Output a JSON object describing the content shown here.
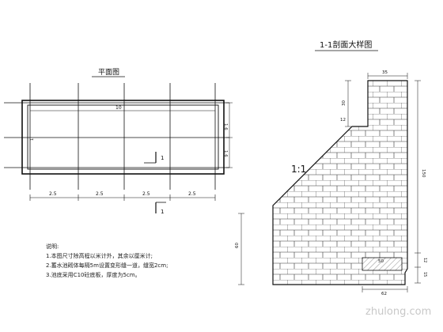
{
  "plan": {
    "title": "平面图",
    "dim_top": "10",
    "dim_right_upper": "1.6",
    "dim_right_lower": "1.6",
    "dim_left": "1",
    "section_mark": "1",
    "dims_bottom": [
      "2.5",
      "2.5",
      "2.5",
      "2.5"
    ]
  },
  "section": {
    "title": "1-1剖面大样图",
    "dim_top_width": "35",
    "dim_parapet_height": "30",
    "dim_step": "12",
    "dim_total_height": "150",
    "dim_base_left": "60",
    "dim_base_inner": "50",
    "dim_right_bottom_a": "12",
    "dim_right_bottom_b": "15",
    "dim_bottom_width": "62",
    "slope_label": "1:1"
  },
  "notes": {
    "heading": "说明:",
    "items": [
      "1.本图尺寸除高程以米计外，其余以厘米计;",
      "2.蓄水池砌体每隔5m设置变形缝一道，缝宽2cm;",
      "3.池底采用C10砼底板，厚度为5cm。"
    ]
  },
  "watermark": "zhulong.com"
}
